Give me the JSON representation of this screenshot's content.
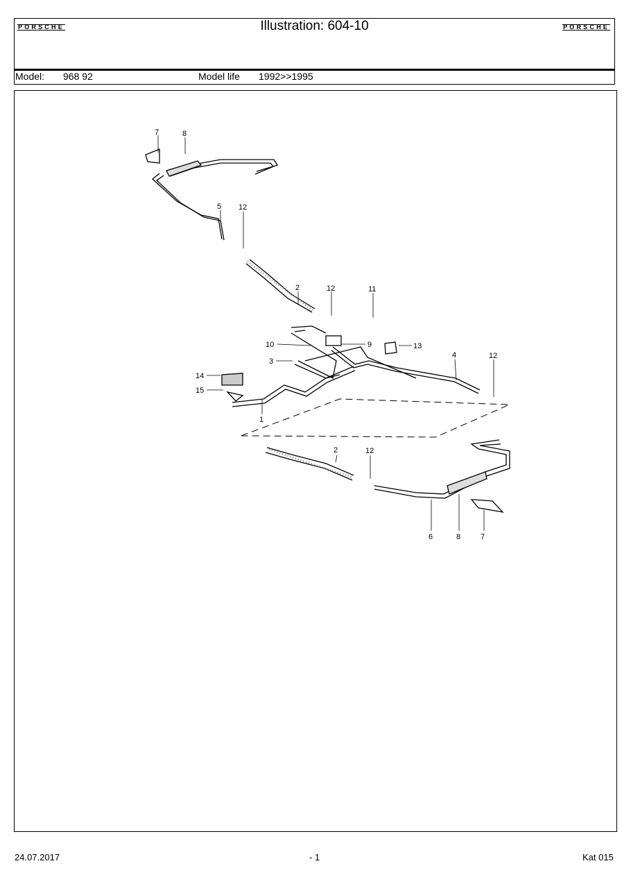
{
  "header": {
    "brand_left": "PORSCHE",
    "brand_right": "PORSCHE",
    "title": "Illustration: 604-10",
    "model_label": "Model:",
    "model_value": "968 92",
    "model_life_label": "Model life",
    "model_life_value": "1992>>1995"
  },
  "diagram": {
    "callouts": [
      "7",
      "8",
      "5",
      "12",
      "2",
      "12",
      "11",
      "10",
      "9",
      "13",
      "3",
      "4",
      "12",
      "14",
      "15",
      "1",
      "2",
      "12",
      "6",
      "8",
      "7"
    ]
  },
  "footer": {
    "date": "24.07.2017",
    "page": "- 1",
    "catalog": "Kat 015"
  }
}
